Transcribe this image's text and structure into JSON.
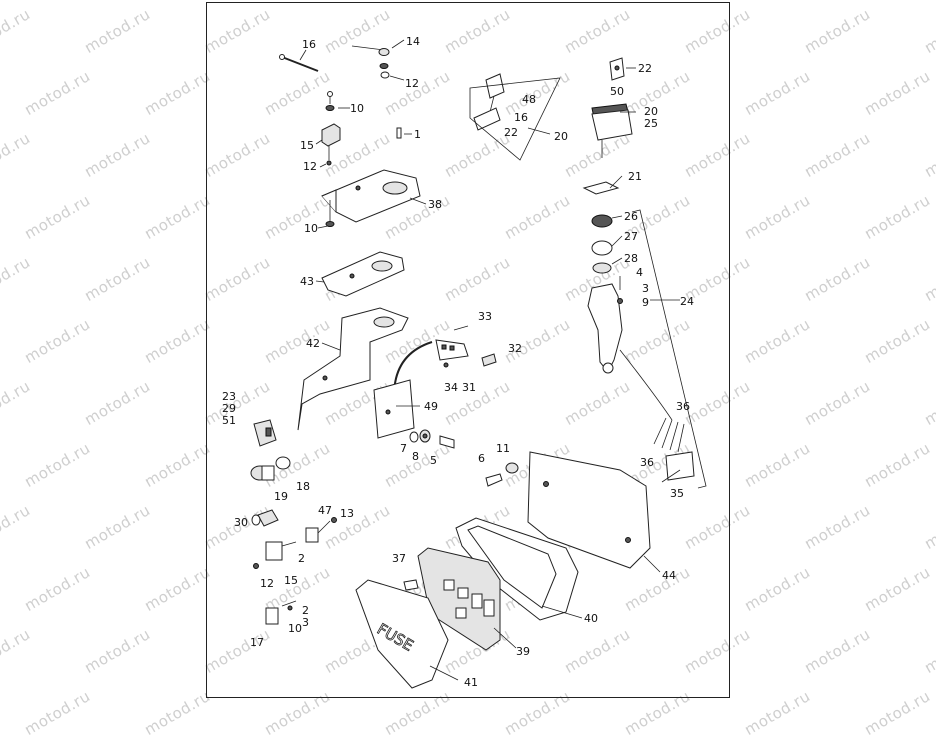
{
  "watermark": "motod.ru",
  "colors": {
    "line": "#222222",
    "watermark": "#cfcfcf",
    "background": "#ffffff"
  },
  "cover_text": "FUSE",
  "callouts": {
    "c16a": "16",
    "c14": "14",
    "c12a": "12",
    "c10a": "10",
    "c1": "1",
    "c15a": "15",
    "c12b": "12",
    "c38": "38",
    "c10b": "10",
    "c43": "43",
    "c42": "42",
    "c33": "33",
    "c32": "32",
    "c34": "34",
    "c31": "31",
    "c49": "49",
    "c23": "23",
    "c29": "29",
    "c51": "51",
    "c7": "7",
    "c8": "8",
    "c5": "5",
    "c18": "18",
    "c19": "19",
    "c30": "30",
    "c47": "47",
    "c13": "13",
    "c2a": "2",
    "c12c": "12",
    "c15b": "15",
    "c2b": "2",
    "c3a": "3",
    "c10c": "10",
    "c17": "17",
    "c48": "48",
    "c16b": "16",
    "c22a": "22",
    "c20a": "20",
    "c22b": "22",
    "c50": "50",
    "c20b": "20",
    "c25": "25",
    "c21": "21",
    "c26": "26",
    "c27": "27",
    "c28": "28",
    "c4": "4",
    "c3b": "3",
    "c9": "9",
    "c24": "24",
    "c36a": "36",
    "c36b": "36",
    "c35": "35",
    "c11": "11",
    "c6": "6",
    "c44": "44",
    "c37": "37",
    "c40": "40",
    "c39": "39",
    "c41": "41"
  }
}
